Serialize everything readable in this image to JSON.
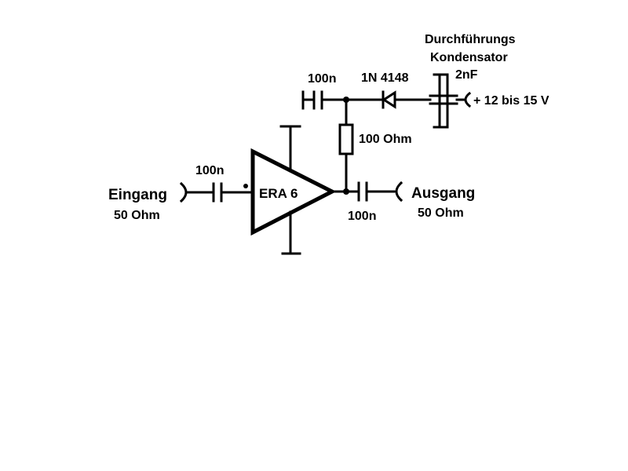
{
  "labels": {
    "input_name": "Eingang",
    "input_impedance": "50 Ohm",
    "output_name": "Ausgang",
    "output_impedance": "50 Ohm",
    "amplifier": "ERA 6",
    "cap_input": "100n",
    "cap_output": "100n",
    "cap_bypass": "100n",
    "resistor": "100 Ohm",
    "diode": "1N 4148",
    "feedthrough_line1": "Durchführungs",
    "feedthrough_line2": "Kondensator",
    "feedthrough_value": "2nF",
    "supply": "+ 12 bis 15 V"
  },
  "colors": {
    "ink": "#000000",
    "background": "#ffffff"
  }
}
